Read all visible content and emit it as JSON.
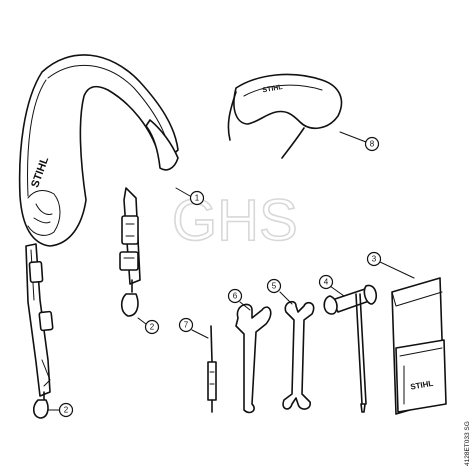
{
  "watermark": "GHS",
  "drawing_code": "4128ET033 SG",
  "brand_labels": {
    "harness": "STIHL",
    "glasses": "STIHL",
    "pouch": "STIHL"
  },
  "callouts": [
    {
      "id": "c1",
      "label": "1",
      "part": "harness"
    },
    {
      "id": "c2a",
      "label": "2",
      "part": "snap hook"
    },
    {
      "id": "c2b",
      "label": "2",
      "part": "snap hook"
    },
    {
      "id": "c3",
      "label": "3",
      "part": "tool pouch"
    },
    {
      "id": "c4",
      "label": "4",
      "part": "combination wrench"
    },
    {
      "id": "c5",
      "label": "5",
      "part": "open-end wrench"
    },
    {
      "id": "c6",
      "label": "6",
      "part": "open-end wrench"
    },
    {
      "id": "c7",
      "label": "7",
      "part": "screwdriver"
    },
    {
      "id": "c8",
      "label": "8",
      "part": "safety glasses"
    }
  ]
}
